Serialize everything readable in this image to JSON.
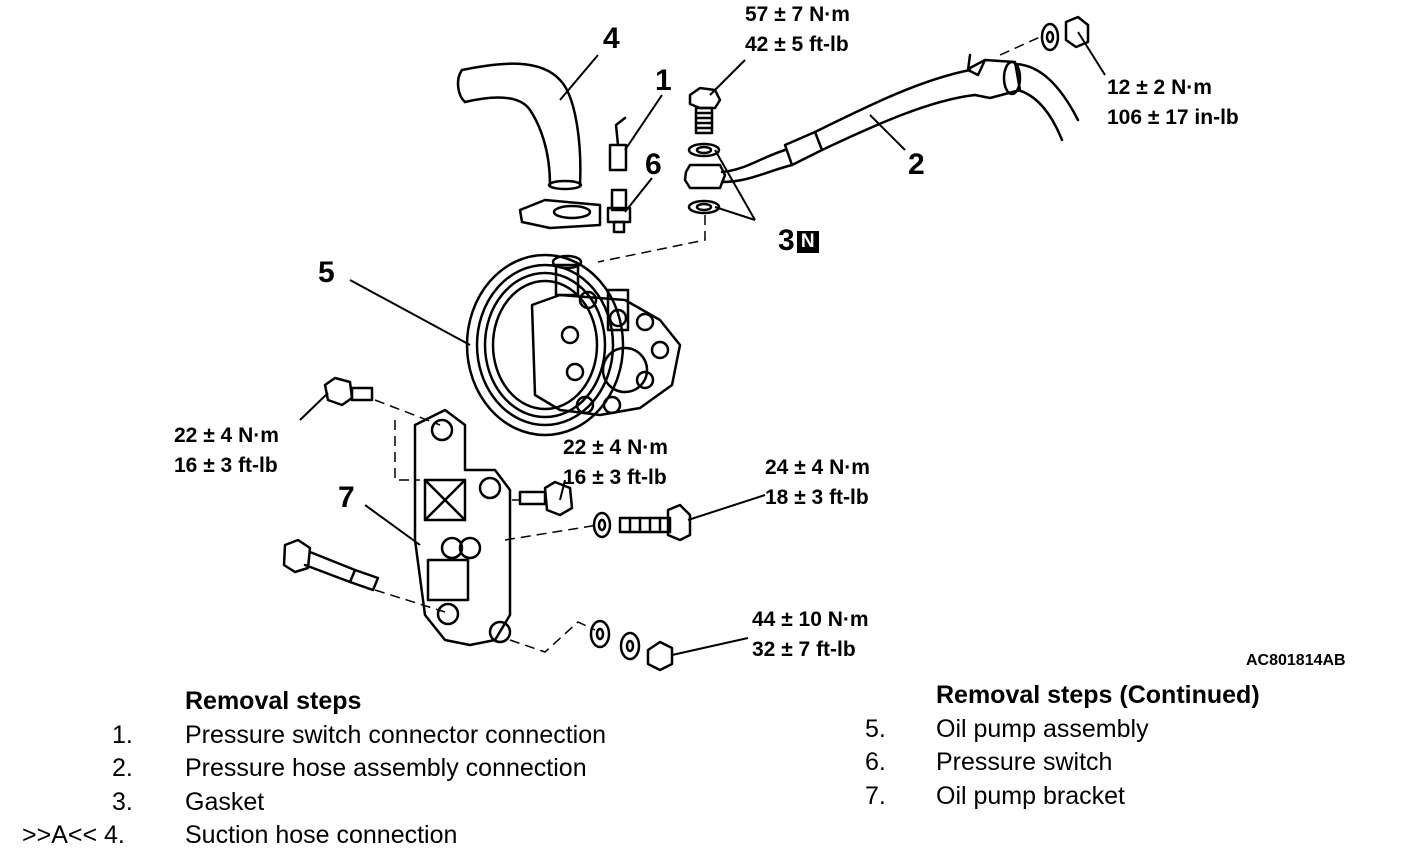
{
  "figure_id": "AC801814AB",
  "callouts": {
    "torque_top": [
      "57 ± 7 N·m",
      "42 ± 5 ft-lb"
    ],
    "torque_right_top": [
      "12 ± 2 N·m",
      "106 ± 17 in-lb"
    ],
    "torque_left_mid": [
      "22 ± 4 N·m",
      "16 ± 3 ft-lb"
    ],
    "torque_center_mid": [
      "22 ± 4 N·m",
      "16 ± 3 ft-lb"
    ],
    "torque_right_mid": [
      "24 ± 4 N·m",
      "18 ± 3 ft-lb"
    ],
    "torque_bottom": [
      "44 ± 10 N·m",
      "32 ± 7 ft-lb"
    ]
  },
  "part_numbers": {
    "p1": "1",
    "p2": "2",
    "p3": "3",
    "p3_badge": "N",
    "p4": "4",
    "p5": "5",
    "p6": "6",
    "p7": "7"
  },
  "removal_steps": {
    "title": "Removal steps",
    "items": [
      {
        "num": "1.",
        "text": "Pressure switch connector connection"
      },
      {
        "num": "2.",
        "text": "Pressure hose assembly connection"
      },
      {
        "num": "3.",
        "text": "Gasket"
      },
      {
        "num": ">>A<< 4.",
        "text": "Suction hose connection"
      }
    ]
  },
  "removal_steps_continued": {
    "title": "Removal steps (Continued)",
    "items": [
      {
        "num": "5.",
        "text": "Oil pump assembly"
      },
      {
        "num": "6.",
        "text": "Pressure switch"
      },
      {
        "num": "7.",
        "text": "Oil pump bracket"
      }
    ]
  }
}
